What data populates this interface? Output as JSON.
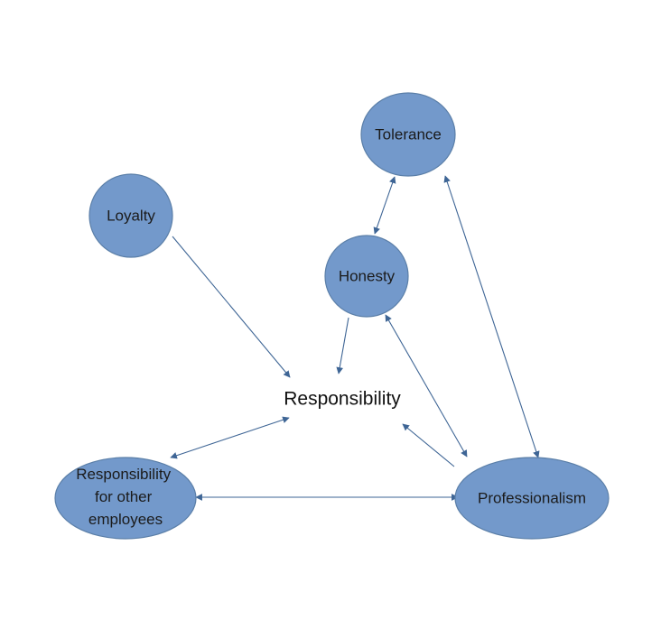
{
  "colors": {
    "node_fill": "#7399cb",
    "node_stroke": "#5b7fa8",
    "edge": "#3e6595",
    "text": "#1b1b1b",
    "background": "#ffffff"
  },
  "nodes": {
    "tolerance": {
      "label": "Tolerance"
    },
    "loyalty": {
      "label": "Loyalty"
    },
    "honesty": {
      "label": "Honesty"
    },
    "responsibility": {
      "label": "Responsibility"
    },
    "responsibility_others": {
      "lines": [
        "Responsibility",
        "for other",
        "employees"
      ]
    },
    "professionalism": {
      "label": "Professionalism"
    }
  },
  "edges": [
    {
      "from": "loyalty",
      "to": "responsibility",
      "direction": "forward"
    },
    {
      "from": "honesty",
      "to": "responsibility",
      "direction": "forward"
    },
    {
      "from": "tolerance",
      "to": "honesty",
      "direction": "both"
    },
    {
      "from": "tolerance",
      "to": "professionalism",
      "direction": "both"
    },
    {
      "from": "honesty",
      "to": "professionalism",
      "direction": "both"
    },
    {
      "from": "professionalism",
      "to": "responsibility",
      "direction": "forward"
    },
    {
      "from": "responsibility",
      "to": "responsibility_others",
      "direction": "both"
    },
    {
      "from": "responsibility_others",
      "to": "professionalism",
      "direction": "both"
    }
  ]
}
